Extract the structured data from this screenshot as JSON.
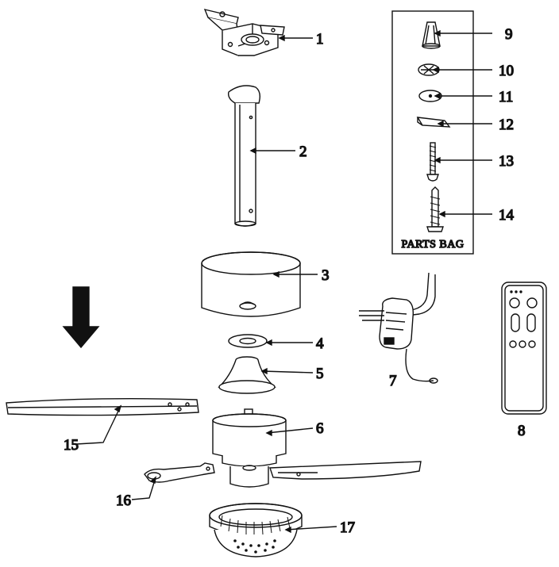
{
  "diagram": {
    "parts_bag_label": "PARTS BAG",
    "callouts": [
      {
        "id": "1",
        "label": "1"
      },
      {
        "id": "2",
        "label": "2"
      },
      {
        "id": "3",
        "label": "3"
      },
      {
        "id": "4",
        "label": "4"
      },
      {
        "id": "5",
        "label": "5"
      },
      {
        "id": "6",
        "label": "6"
      },
      {
        "id": "7",
        "label": "7"
      },
      {
        "id": "8",
        "label": "8"
      },
      {
        "id": "9",
        "label": "9"
      },
      {
        "id": "10",
        "label": "10"
      },
      {
        "id": "11",
        "label": "11"
      },
      {
        "id": "12",
        "label": "12"
      },
      {
        "id": "13",
        "label": "13"
      },
      {
        "id": "14",
        "label": "14"
      },
      {
        "id": "15",
        "label": "15"
      },
      {
        "id": "16",
        "label": "16"
      },
      {
        "id": "17",
        "label": "17"
      }
    ],
    "line_color": "#111111"
  }
}
